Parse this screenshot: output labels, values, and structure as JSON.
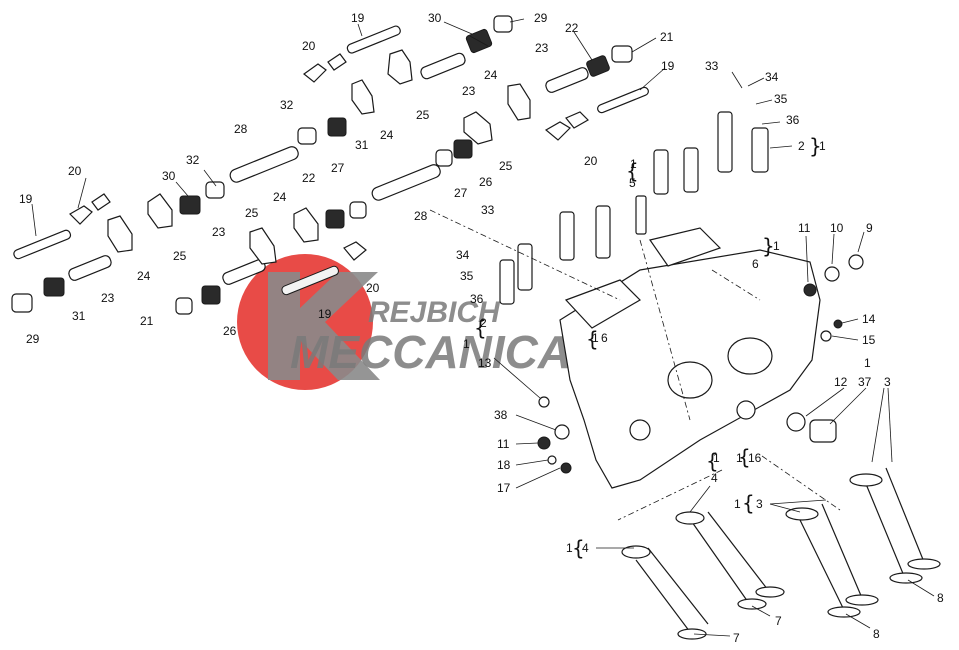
{
  "watermark": {
    "line1": "REJBICH",
    "line2": "MECCANICA",
    "red": "#e5322d",
    "grey": "#7a7a7a"
  },
  "callouts": [
    {
      "id": "c19a",
      "text": "19"
    },
    {
      "id": "c30a",
      "text": "30"
    },
    {
      "id": "c29a",
      "text": "29"
    },
    {
      "id": "c22a",
      "text": "22"
    },
    {
      "id": "c21a",
      "text": "21"
    },
    {
      "id": "c20a",
      "text": "20"
    },
    {
      "id": "c23a",
      "text": "23"
    },
    {
      "id": "c19b",
      "text": "19"
    },
    {
      "id": "c33a",
      "text": "33"
    },
    {
      "id": "c34a",
      "text": "34"
    },
    {
      "id": "c24a",
      "text": "24"
    },
    {
      "id": "c23b",
      "text": "23"
    },
    {
      "id": "c35a",
      "text": "35"
    },
    {
      "id": "c32a",
      "text": "32"
    },
    {
      "id": "c25a",
      "text": "25"
    },
    {
      "id": "c36a",
      "text": "36"
    },
    {
      "id": "c28a",
      "text": "28"
    },
    {
      "id": "c31a",
      "text": "31"
    },
    {
      "id": "c24b",
      "text": "24"
    },
    {
      "id": "c25b",
      "text": "25"
    },
    {
      "id": "c2a",
      "text": "2"
    },
    {
      "id": "c1a",
      "text": "1"
    },
    {
      "id": "c20b",
      "text": "20"
    },
    {
      "id": "c32b",
      "text": "32"
    },
    {
      "id": "c26a",
      "text": "26"
    },
    {
      "id": "c27a",
      "text": "27"
    },
    {
      "id": "c1b",
      "text": "1"
    },
    {
      "id": "c20c",
      "text": "20"
    },
    {
      "id": "c30b",
      "text": "30"
    },
    {
      "id": "c22b",
      "text": "22"
    },
    {
      "id": "c5a",
      "text": "5"
    },
    {
      "id": "c27b",
      "text": "27"
    },
    {
      "id": "c19c",
      "text": "19"
    },
    {
      "id": "c24c",
      "text": "24"
    },
    {
      "id": "c28b",
      "text": "28"
    },
    {
      "id": "c33b",
      "text": "33"
    },
    {
      "id": "c25c",
      "text": "25"
    },
    {
      "id": "c23c",
      "text": "23"
    },
    {
      "id": "c25d",
      "text": "25"
    },
    {
      "id": "c11a",
      "text": "11"
    },
    {
      "id": "c10a",
      "text": "10"
    },
    {
      "id": "c9a",
      "text": "9"
    },
    {
      "id": "c1c",
      "text": "1"
    },
    {
      "id": "c34b",
      "text": "34"
    },
    {
      "id": "c24d",
      "text": "24"
    },
    {
      "id": "c6a",
      "text": "6"
    },
    {
      "id": "c35b",
      "text": "35"
    },
    {
      "id": "c20d",
      "text": "20"
    },
    {
      "id": "c23d",
      "text": "23"
    },
    {
      "id": "c31b",
      "text": "31"
    },
    {
      "id": "c36b",
      "text": "36"
    },
    {
      "id": "c14a",
      "text": "14"
    },
    {
      "id": "c29b",
      "text": "29"
    },
    {
      "id": "c21b",
      "text": "21"
    },
    {
      "id": "c19d",
      "text": "19"
    },
    {
      "id": "c2b",
      "text": "2"
    },
    {
      "id": "c26b",
      "text": "26"
    },
    {
      "id": "c15a",
      "text": "15"
    },
    {
      "id": "c1d",
      "text": "1"
    },
    {
      "id": "c6b",
      "text": "6"
    },
    {
      "id": "c1e",
      "text": "1"
    },
    {
      "id": "c13a",
      "text": "13"
    },
    {
      "id": "c1f",
      "text": "1"
    },
    {
      "id": "c12a",
      "text": "12"
    },
    {
      "id": "c37a",
      "text": "37"
    },
    {
      "id": "c3a",
      "text": "3"
    },
    {
      "id": "c38a",
      "text": "38"
    },
    {
      "id": "c11b",
      "text": "11"
    },
    {
      "id": "c1g",
      "text": "1"
    },
    {
      "id": "c16a",
      "text": "16"
    },
    {
      "id": "c1h",
      "text": "1"
    },
    {
      "id": "c18a",
      "text": "18"
    },
    {
      "id": "c4a",
      "text": "4"
    },
    {
      "id": "c17a",
      "text": "17"
    },
    {
      "id": "c1i",
      "text": "1"
    },
    {
      "id": "c3b",
      "text": "3"
    },
    {
      "id": "c1j",
      "text": "1"
    },
    {
      "id": "c4b",
      "text": "4"
    },
    {
      "id": "c7a",
      "text": "7"
    },
    {
      "id": "c8a",
      "text": "8"
    },
    {
      "id": "c8b",
      "text": "8"
    },
    {
      "id": "c7b",
      "text": "7"
    }
  ]
}
